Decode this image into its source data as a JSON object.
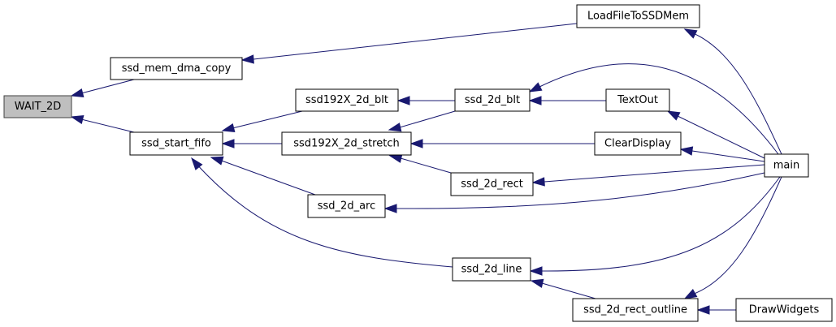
{
  "graph": {
    "type": "caller-graph",
    "root": "WAIT_2D",
    "colors": {
      "edge": "#191970",
      "root_fill": "#bfbfbf",
      "node_fill": "#ffffff"
    },
    "nodes": [
      {
        "id": "WAIT_2D",
        "label": "WAIT_2D",
        "root": true
      },
      {
        "id": "ssd_mem_dma_copy",
        "label": "ssd_mem_dma_copy"
      },
      {
        "id": "ssd_start_fifo",
        "label": "ssd_start_fifo"
      },
      {
        "id": "LoadFileToSSDMem",
        "label": "LoadFileToSSDMem"
      },
      {
        "id": "ssd192X_2d_blt",
        "label": "ssd192X_2d_blt"
      },
      {
        "id": "ssd192X_2d_stretch",
        "label": "ssd192X_2d_stretch"
      },
      {
        "id": "ssd_2d_arc",
        "label": "ssd_2d_arc"
      },
      {
        "id": "ssd_2d_line",
        "label": "ssd_2d_line"
      },
      {
        "id": "ssd_2d_blt",
        "label": "ssd_2d_blt"
      },
      {
        "id": "ssd_2d_rect",
        "label": "ssd_2d_rect"
      },
      {
        "id": "ssd_2d_rect_outline",
        "label": "ssd_2d_rect_outline"
      },
      {
        "id": "TextOut",
        "label": "TextOut"
      },
      {
        "id": "ClearDisplay",
        "label": "ClearDisplay"
      },
      {
        "id": "main",
        "label": "main"
      },
      {
        "id": "DrawWidgets",
        "label": "DrawWidgets"
      }
    ],
    "edges": [
      {
        "from": "ssd_mem_dma_copy",
        "to": "WAIT_2D"
      },
      {
        "from": "ssd_start_fifo",
        "to": "WAIT_2D"
      },
      {
        "from": "LoadFileToSSDMem",
        "to": "ssd_mem_dma_copy"
      },
      {
        "from": "ssd192X_2d_blt",
        "to": "ssd_start_fifo"
      },
      {
        "from": "ssd192X_2d_stretch",
        "to": "ssd_start_fifo"
      },
      {
        "from": "ssd_2d_arc",
        "to": "ssd_start_fifo"
      },
      {
        "from": "ssd_2d_line",
        "to": "ssd_start_fifo"
      },
      {
        "from": "ssd_2d_blt",
        "to": "ssd192X_2d_blt"
      },
      {
        "from": "ssd_2d_blt",
        "to": "ssd192X_2d_stretch"
      },
      {
        "from": "ClearDisplay",
        "to": "ssd192X_2d_stretch"
      },
      {
        "from": "ssd_2d_rect",
        "to": "ssd192X_2d_stretch"
      },
      {
        "from": "main",
        "to": "ssd_2d_arc"
      },
      {
        "from": "main",
        "to": "ssd_2d_line"
      },
      {
        "from": "ssd_2d_rect_outline",
        "to": "ssd_2d_line"
      },
      {
        "from": "TextOut",
        "to": "ssd_2d_blt"
      },
      {
        "from": "main",
        "to": "ssd_2d_blt"
      },
      {
        "from": "main",
        "to": "ssd_2d_rect"
      },
      {
        "from": "main",
        "to": "LoadFileToSSDMem"
      },
      {
        "from": "main",
        "to": "TextOut"
      },
      {
        "from": "main",
        "to": "ClearDisplay"
      },
      {
        "from": "main",
        "to": "ssd_2d_rect_outline"
      },
      {
        "from": "DrawWidgets",
        "to": "ssd_2d_rect_outline"
      }
    ]
  }
}
